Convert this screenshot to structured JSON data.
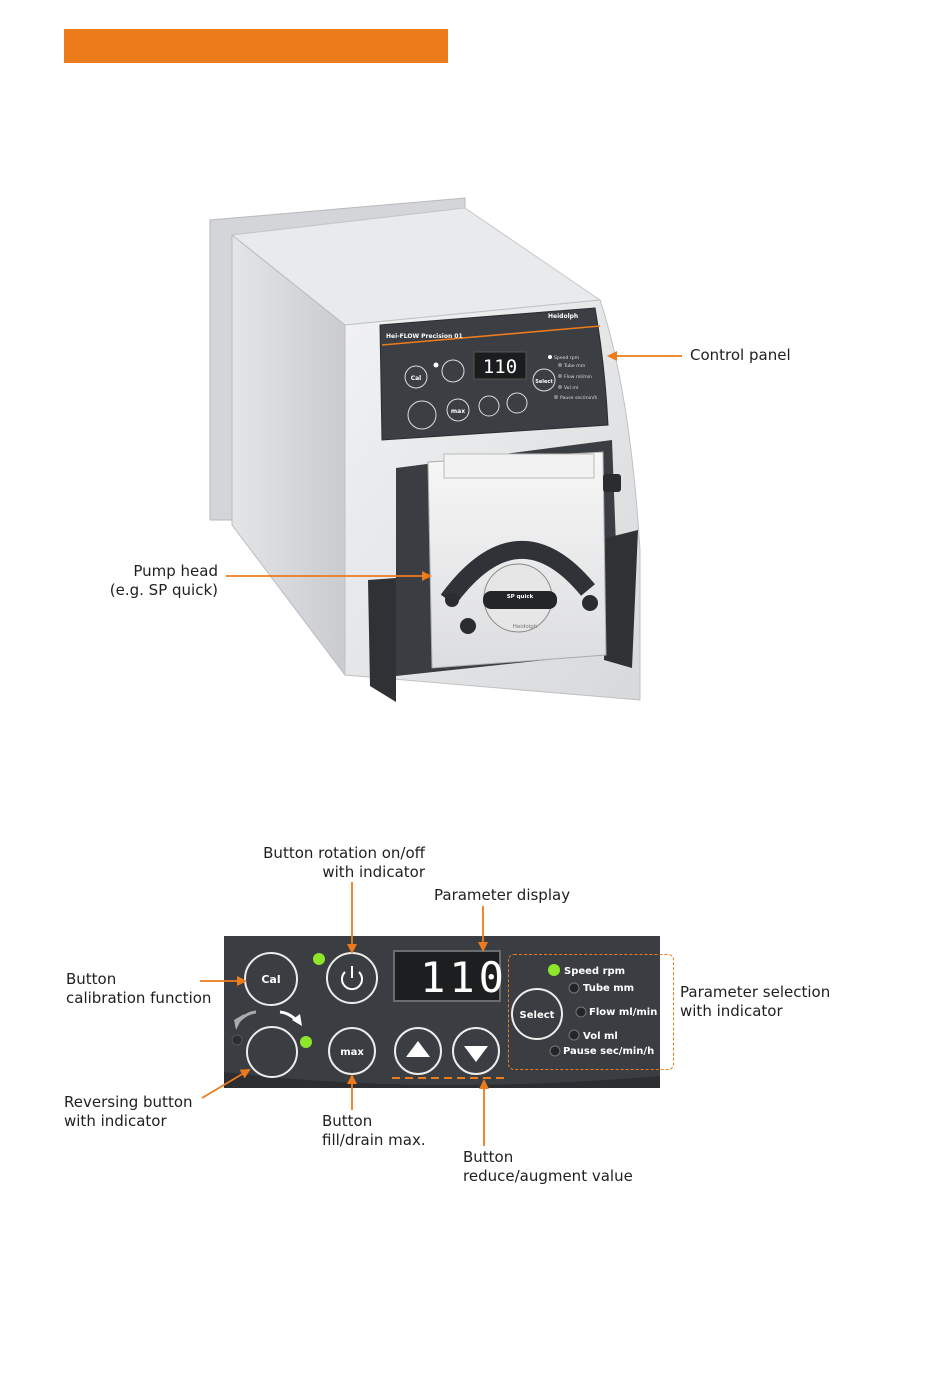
{
  "header": {
    "accent_color": "#ec7b1b"
  },
  "pump_photo": {
    "callouts": {
      "control_panel": "Control panel",
      "pump_head": "Pump head\n(e.g. SP quick)"
    },
    "device": {
      "model_label": "Hei-FLOW Precision 01",
      "brand": "Heidolph",
      "head_label": "SP quick",
      "display_value": "110",
      "param_labels": [
        "Speed rpm",
        "Tube mm",
        "Flow ml/min",
        "Vol ml",
        "Pause sec/min/h"
      ],
      "buttons": {
        "cal": "Cal",
        "max": "max",
        "select": "Select"
      }
    }
  },
  "control_panel_detail": {
    "callouts": {
      "rotation": "Button rotation on/off\nwith indicator",
      "display": "Parameter display",
      "calibration": "Button\ncalibration function",
      "selection": "Parameter selection\nwith indicator",
      "reversing": "Reversing button\nwith indicator",
      "max": "Button\nfill/drain max.",
      "updown": "Button\nreduce/augment value"
    },
    "panel": {
      "cal_label": "Cal",
      "max_label": "max",
      "select_label": "Select",
      "display_value": "110",
      "params": [
        {
          "label": "Speed rpm",
          "active": true
        },
        {
          "label": "Tube mm",
          "active": false
        },
        {
          "label": "Flow ml/min",
          "active": false
        },
        {
          "label": "Vol ml",
          "active": false
        },
        {
          "label": "Pause sec/min/h",
          "active": false
        }
      ],
      "indicator_color": "#8ee62a"
    }
  }
}
